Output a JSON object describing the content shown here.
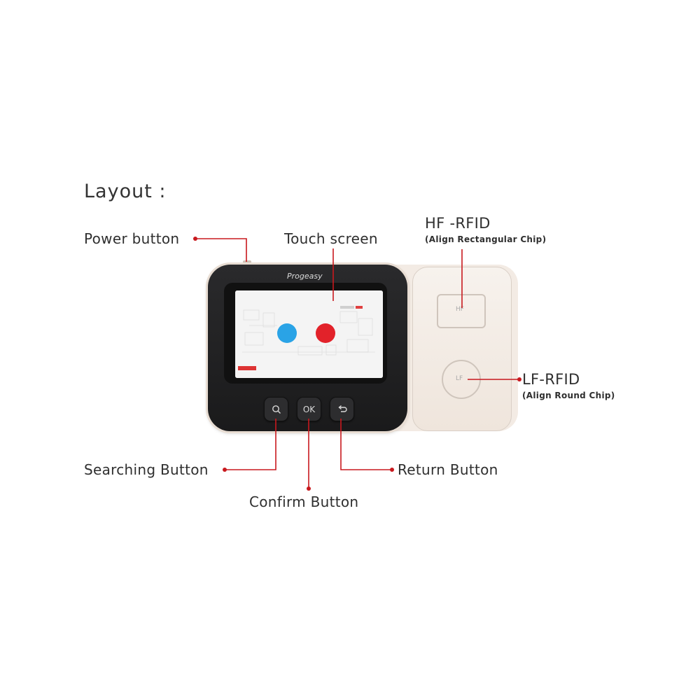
{
  "title": "Layout :",
  "device": {
    "brand": "Progeasy",
    "buttons": {
      "search_icon": "magnifier-icon",
      "ok_label": "OK",
      "return_icon": "return-arrow-icon"
    },
    "chips": {
      "hf_text": "HF",
      "lf_text": "LF"
    }
  },
  "labels": {
    "power": "Power button",
    "touch": "Touch screen",
    "hf_title": "HF -RFID",
    "hf_sub": "(Align Rectangular Chip)",
    "lf_title": "LF-RFID",
    "lf_sub": "(Align Round Chip)",
    "searching": "Searching Button",
    "confirm": "Confirm Button",
    "return": "Return Button"
  },
  "colors": {
    "leader": "#c8191e",
    "device_dark": "#222224",
    "device_light": "#f3ebe4"
  }
}
